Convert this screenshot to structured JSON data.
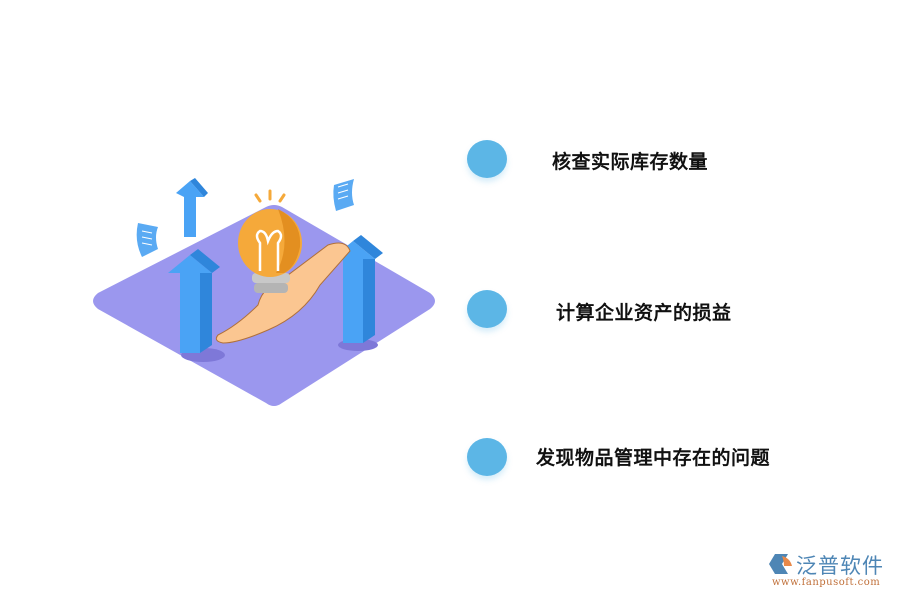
{
  "illustration": {
    "description": "isometric purple platform with blue up-arrows, hand holding lightbulb, floating documents",
    "colors": {
      "platform": "#9b97ee",
      "arrow": "#4aa3f5",
      "arrow_dark": "#2f86db",
      "bulb": "#f5a93a",
      "bulb_dark": "#e38f20",
      "hand": "#fbc691",
      "bulb_base": "#bfbfbf",
      "document": "#5aaaf3"
    }
  },
  "items": [
    {
      "label": "核查实际库存数量"
    },
    {
      "label": "计算企业资产的损益"
    },
    {
      "label": "发现物品管理中存在的问题"
    }
  ],
  "bullet_color": "#5cb6e6",
  "logo": {
    "name": "泛普软件",
    "url": "www.fanpusoft.com"
  }
}
